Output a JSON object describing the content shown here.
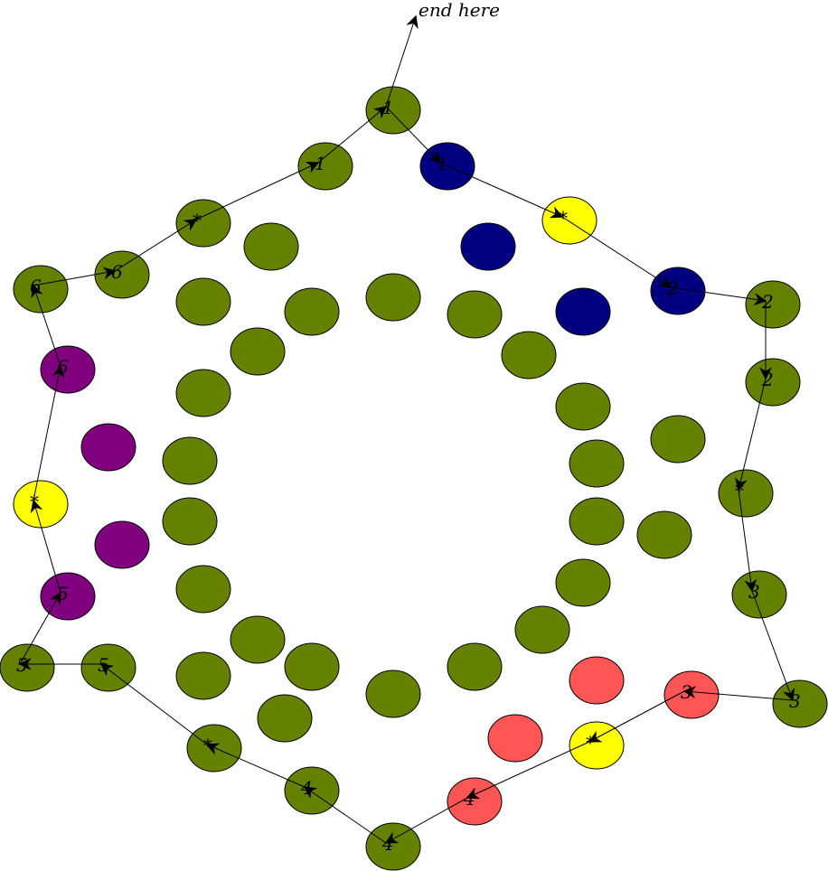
{
  "colors": {
    "olive": "#668000",
    "navy": "#000080",
    "yellow": "#ffff00",
    "purple": "#800080",
    "red": "#ff5555"
  },
  "end_label": "end here",
  "path_nodes": [
    {
      "color": "olive",
      "label": "1"
    },
    {
      "color": "navy",
      "label": "1"
    },
    {
      "color": "yellow",
      "label": "*"
    },
    {
      "color": "navy",
      "label": "2"
    },
    {
      "color": "olive",
      "label": "2"
    },
    {
      "color": "olive",
      "label": "2"
    },
    {
      "color": "olive",
      "label": "*"
    },
    {
      "color": "olive",
      "label": "3"
    },
    {
      "color": "olive",
      "label": "3"
    },
    {
      "color": "red",
      "label": "3"
    },
    {
      "color": "yellow",
      "label": "*"
    },
    {
      "color": "red",
      "label": "4"
    },
    {
      "color": "olive",
      "label": "4"
    },
    {
      "color": "olive",
      "label": "4"
    },
    {
      "color": "olive",
      "label": "*"
    },
    {
      "color": "olive",
      "label": "5"
    },
    {
      "color": "olive",
      "label": "5"
    },
    {
      "color": "purple",
      "label": "5"
    },
    {
      "color": "yellow",
      "label": "*"
    },
    {
      "color": "purple",
      "label": "6"
    },
    {
      "color": "olive",
      "label": "6"
    },
    {
      "color": "olive",
      "label": "6"
    },
    {
      "color": "olive",
      "label": "*"
    },
    {
      "color": "olive",
      "label": "1"
    }
  ],
  "other_nodes": [
    "olive",
    "navy",
    "olive",
    "olive",
    "olive",
    "olive",
    "navy",
    "olive",
    "olive",
    "olive",
    "olive",
    "purple",
    "olive",
    "olive",
    "olive",
    "olive",
    "olive",
    "purple",
    "olive",
    "olive",
    "olive",
    "olive",
    "olive",
    "olive",
    "olive",
    "red",
    "olive",
    "olive",
    "olive",
    "red"
  ]
}
